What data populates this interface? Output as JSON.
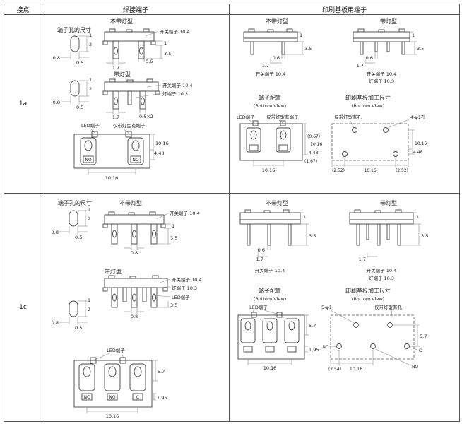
{
  "header": {
    "contact": "接点",
    "solder": "焊接端子",
    "pcb": "印刷基板用端子"
  },
  "rows": {
    "r1a": "1a",
    "r1c": "1c"
  },
  "labels": {
    "hole_size": "端子孔的尺寸",
    "no_lamp": "不带灯型",
    "lamp": "带灯型",
    "sw_term": "开关端子 10.4",
    "lamp_term": "灯端子 10.3",
    "led_term": "LED端子",
    "lamp_only_term": "仅带灯型有端子",
    "lamp_only_hole": "仅带灯型有孔",
    "term_layout": "端子配置",
    "pcb_dims": "印刷基板加工尺寸",
    "bottom_view": "(Bottom View)",
    "holes_4": "4-φ1孔",
    "holes_5": "5-φ1",
    "no": "NO",
    "nc": "NC",
    "c": "C"
  },
  "dims": {
    "d2": "2",
    "d1": "1",
    "d08": "0.8",
    "d05": "0.5",
    "d06": "0.6",
    "d17": "1.7",
    "d35": "3.5",
    "d08x2": "0.8×2",
    "d1016": "10.16",
    "d448": "4.48",
    "d57": "5.7",
    "d195": "1.95",
    "p067": "(0.67)",
    "p167": "(1.67)",
    "p252": "(2.52)",
    "p254": "(2.54)"
  }
}
